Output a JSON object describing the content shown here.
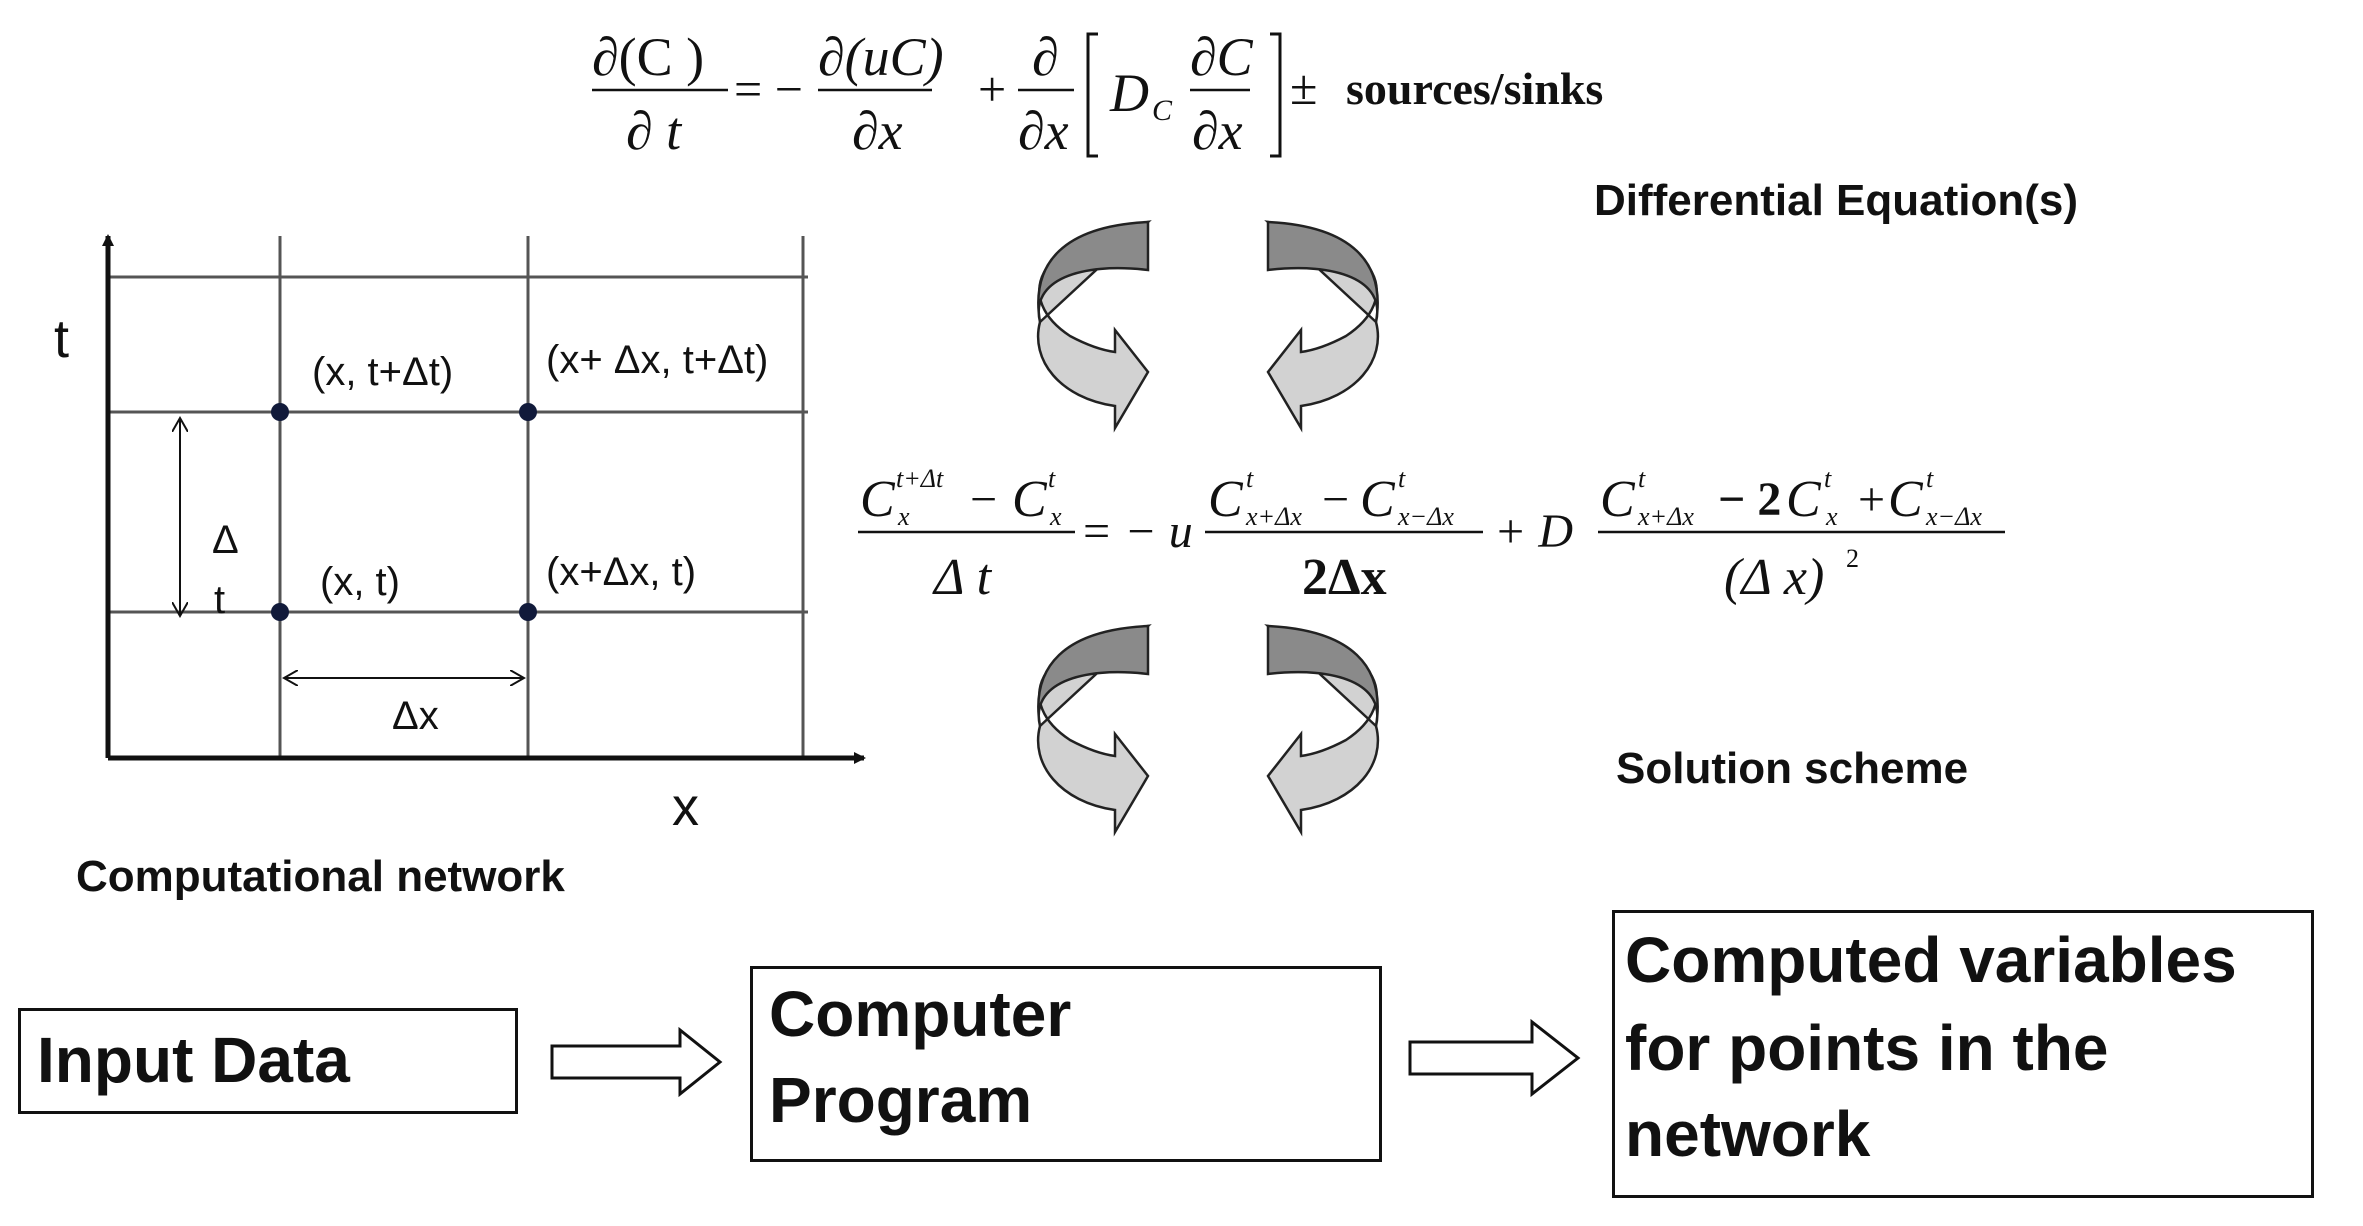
{
  "equation_1": {
    "lhs_num": "∂(C )",
    "lhs_den": "∂ t",
    "eq_minus": "= −",
    "adv_num": "∂(uC)",
    "adv_den": "∂x",
    "plus": "+",
    "diff_outer_num": "∂",
    "diff_outer_den": "∂x",
    "diff_coeff": "D",
    "diff_coeff_sub": "C",
    "diff_inner_num": "∂C",
    "diff_inner_den": "∂x",
    "pm": "±",
    "sources": "sources/sinks"
  },
  "label_differential": "Differential Equation(s)",
  "grid": {
    "t_axis": "t",
    "x_axis": "x",
    "pt_x_tdt": "(x, t+Δt)",
    "pt_xdx_tdt": "(x+ Δx, t+Δt)",
    "pt_x_t": "(x, t)",
    "pt_xdx_t": "(x+Δx, t)",
    "dt_delta": "Δ",
    "dt_t": "t",
    "dx": "Δx",
    "caption": "Computational network"
  },
  "equation_2": {
    "lhs_num_C": "C",
    "lhs_num_sup": "t+Δt",
    "lhs_num_sub": "x",
    "lhs_num_minus": "−",
    "lhs_num2_C": "C",
    "lhs_num2_sup": "t",
    "lhs_num2_sub": "x",
    "lhs_den": "Δ t",
    "eq_minus_u": "= − u",
    "adv_c1": "C",
    "adv_c1_sup": "t",
    "adv_c1_sub": "x+Δx",
    "adv_minus": "−",
    "adv_c2": "C",
    "adv_c2_sup": "t",
    "adv_c2_sub": "x−Δx",
    "adv_den": "2Δx",
    "plus_D": "+ D",
    "dif_c1": "C",
    "dif_c1_sup": "t",
    "dif_c1_sub": "x+Δx",
    "dif_minus2": "− 2",
    "dif_c2": "C",
    "dif_c2_sup": "t",
    "dif_c2_sub": "x",
    "dif_plus": "+",
    "dif_c3": "C",
    "dif_c3_sup": "t",
    "dif_c3_sub": "x−Δx",
    "dif_den": "(Δ x)",
    "dif_den_sup": "2"
  },
  "label_solution": "Solution scheme",
  "flow": {
    "input": "Input Data",
    "program_line1": "Computer",
    "program_line2": "Program",
    "output_line1": "Computed variables",
    "output_line2": "for points in the",
    "output_line3": "network"
  },
  "colors": {
    "ink": "#111111",
    "arrow_dark": "#8a8a8a",
    "arrow_light": "#d2d2d2",
    "grid_line": "#555555"
  }
}
